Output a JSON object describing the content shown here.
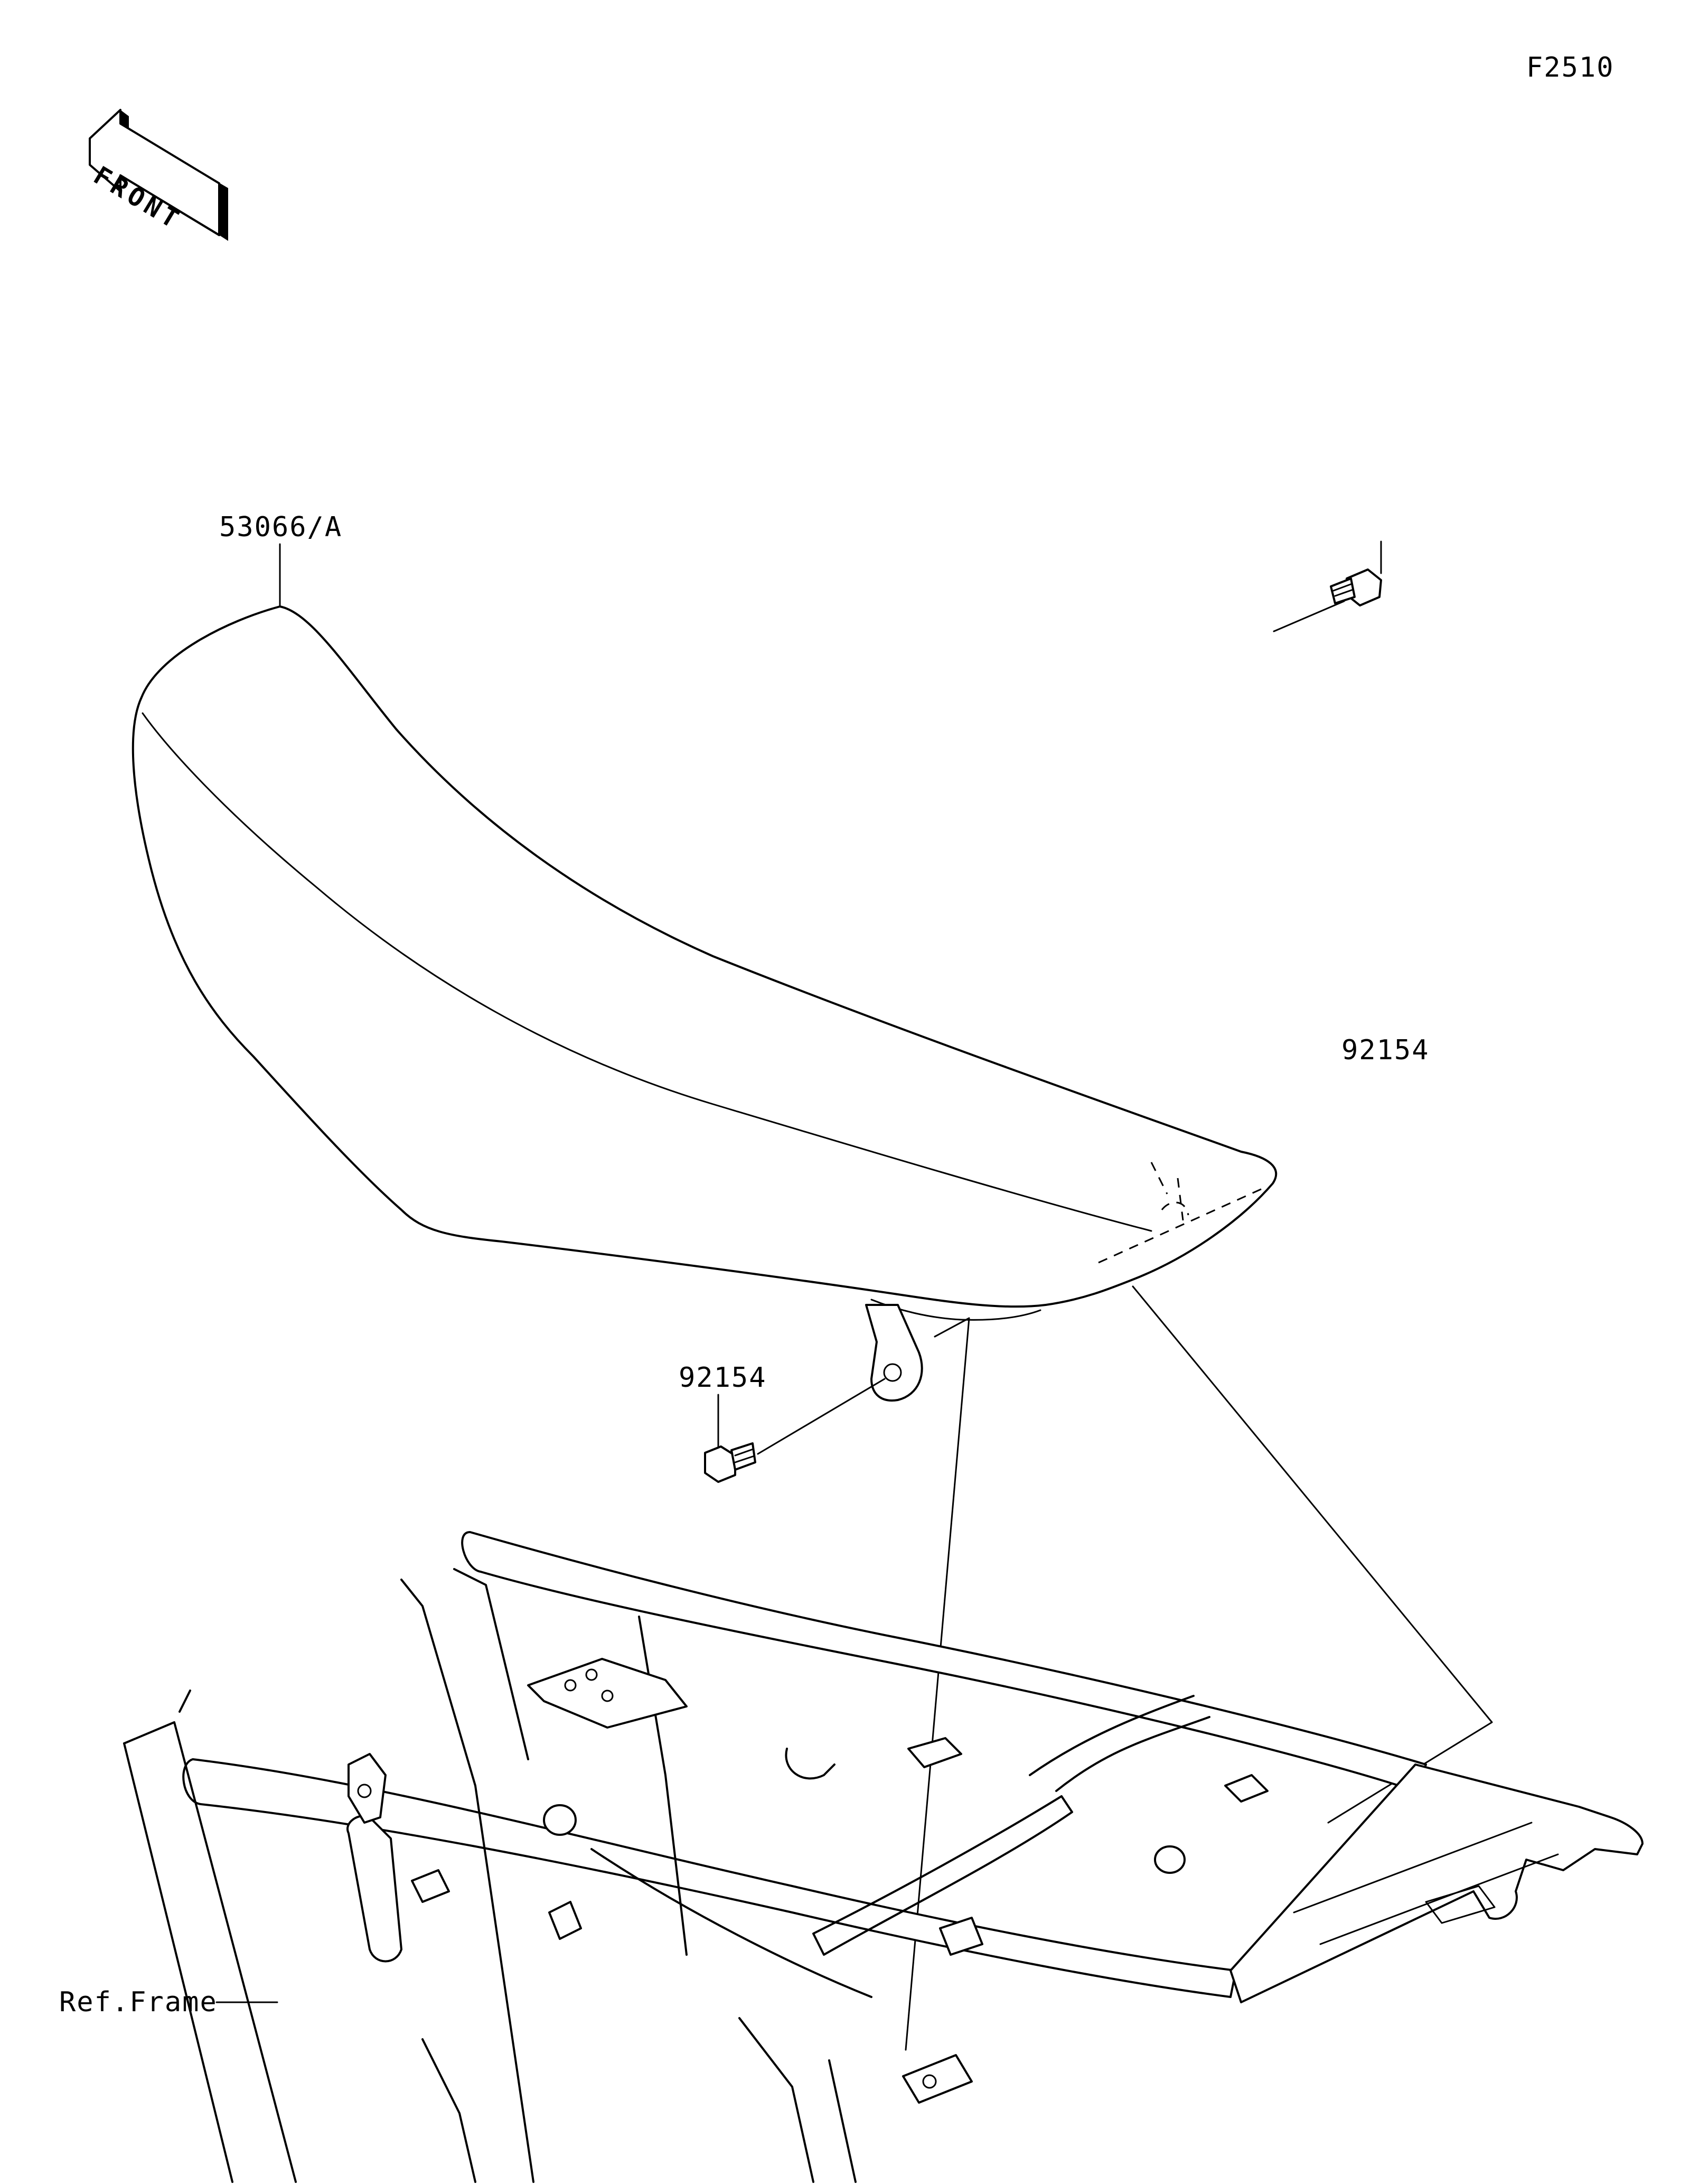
{
  "figure_code": "F2510",
  "direction_arrow": {
    "text": "FRONT",
    "icon": "front-direction-arrow-icon"
  },
  "callouts": {
    "seat": "53066/A",
    "bolt_rear": "92154",
    "bolt_bracket": "92154",
    "frame": "Ref.Frame"
  }
}
